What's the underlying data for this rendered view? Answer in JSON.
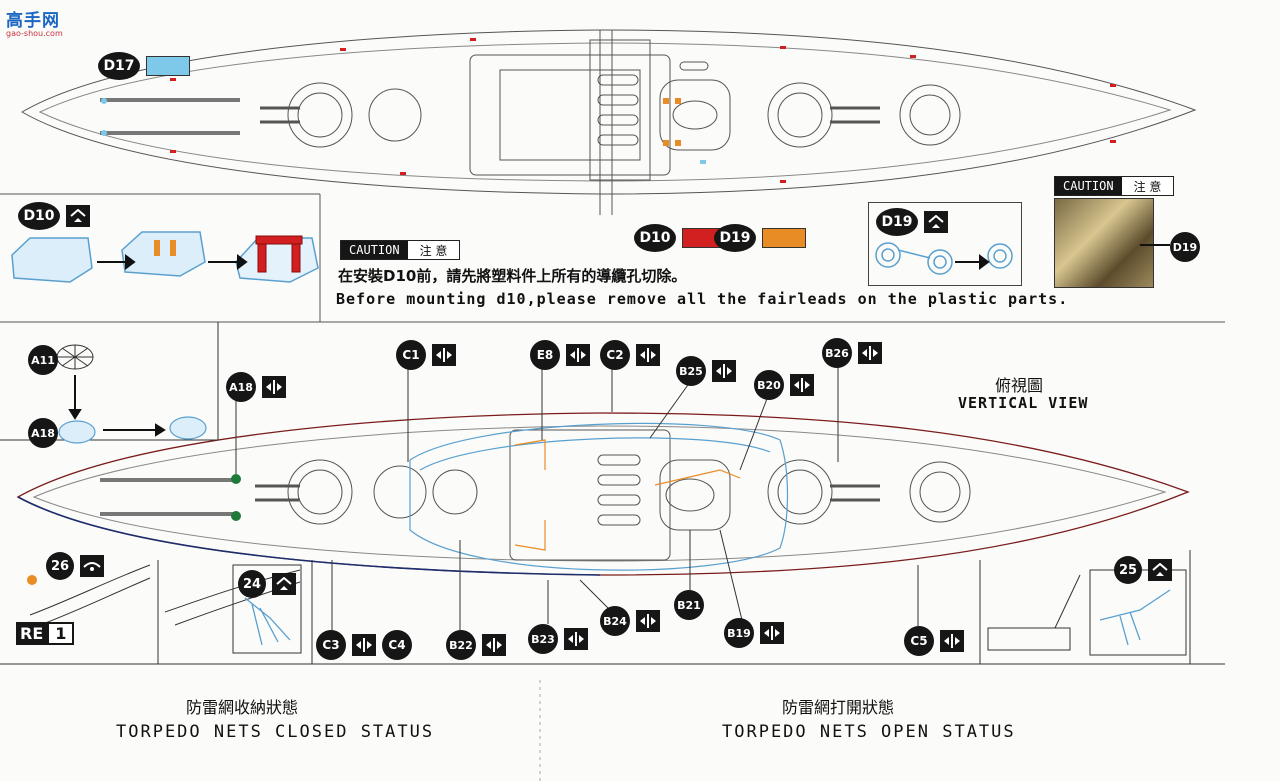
{
  "logo": {
    "name": "高手网",
    "url": "gao-shou.com"
  },
  "caution": {
    "tag": "CAUTION",
    "label": "注 意"
  },
  "notes": {
    "zh": "在安裝D10前，請先將塑料件上所有的導纜孔切除。",
    "en": "Before mounting d10,please remove all the fairleads on the plastic parts."
  },
  "vertical_view": {
    "zh": "俯視圖",
    "en": "VERTICAL VIEW"
  },
  "status": {
    "closed_zh": "防雷網收納狀態",
    "closed_en": "TORPEDO NETS CLOSED STATUS",
    "open_zh": "防雷網打開狀態",
    "open_en": "TORPEDO NETS OPEN STATUS"
  },
  "colors": {
    "D17": "#7ec8ea",
    "D10": "#d21f1f",
    "D19": "#e88c25",
    "ink": "#161616",
    "net": "#5aa0cf"
  },
  "icons": [
    "up-arrow-icon",
    "double-arrow-icon",
    "eye-icon"
  ],
  "labels": {
    "D17": "D17",
    "D10": "D10",
    "D19": "D19",
    "A11": "A11",
    "A18": "A18",
    "C1": "C1",
    "E8": "E8",
    "C2": "C2",
    "B25": "B25",
    "B20": "B20",
    "B26": "B26",
    "n26": "26",
    "n24": "24",
    "n25": "25",
    "RE": "RE",
    "RE_num": "1",
    "C3": "C3",
    "C4": "C4",
    "B22": "B22",
    "B23": "B23",
    "B24": "B24",
    "B21": "B21",
    "B19": "B19",
    "C5": "C5"
  }
}
